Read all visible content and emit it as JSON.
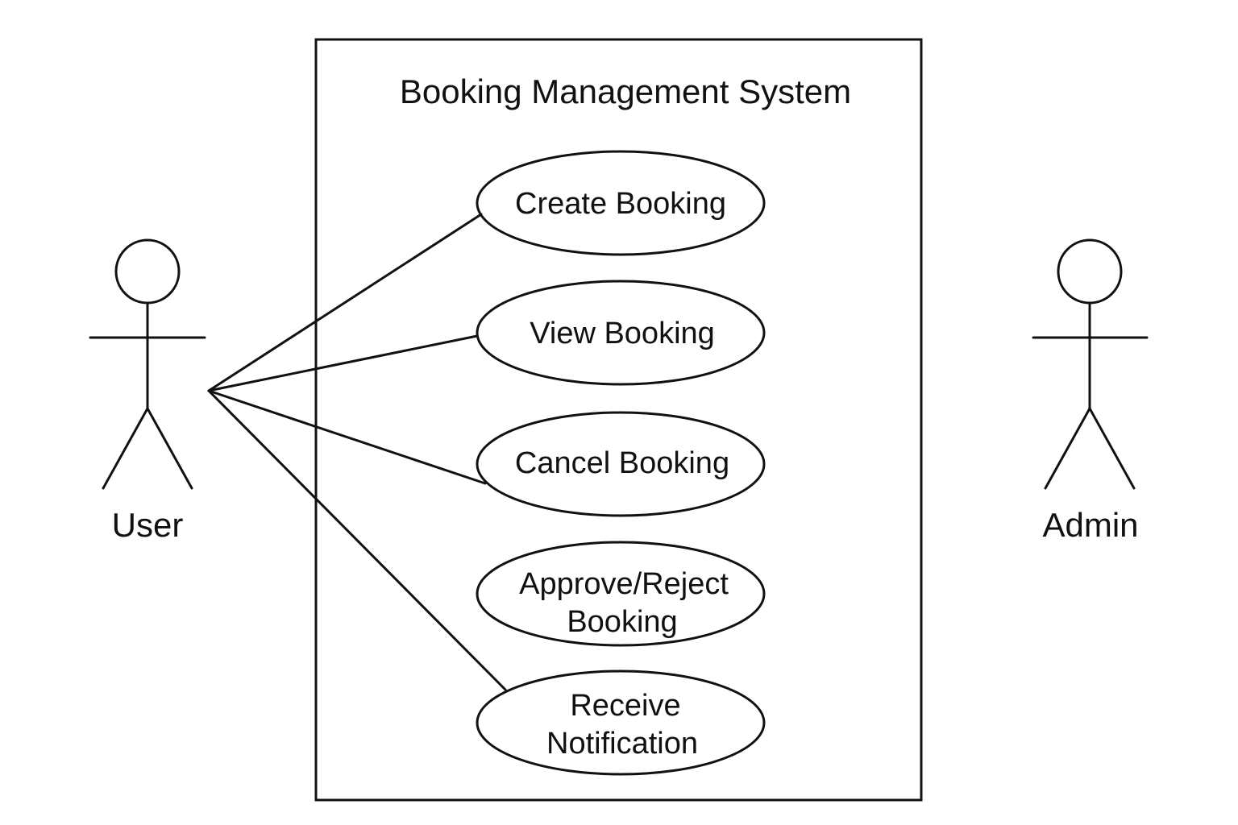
{
  "system": {
    "title": "Booking Management System"
  },
  "actors": {
    "user": {
      "name": "User"
    },
    "admin": {
      "name": "Admin"
    }
  },
  "use_cases": {
    "create_booking": {
      "lines": [
        "Create Booking"
      ]
    },
    "view_booking": {
      "lines": [
        "View Booking"
      ]
    },
    "cancel_booking": {
      "lines": [
        "Cancel Booking"
      ]
    },
    "approve_reject_booking": {
      "lines": [
        "Approve/Reject",
        "Booking"
      ]
    },
    "receive_notification": {
      "lines": [
        "Receive",
        "Notification"
      ]
    }
  },
  "associations": [
    {
      "actor": "user",
      "use_case": "create_booking"
    },
    {
      "actor": "user",
      "use_case": "view_booking"
    },
    {
      "actor": "user",
      "use_case": "cancel_booking"
    },
    {
      "actor": "user",
      "use_case": "receive_notification"
    }
  ],
  "colors": {
    "stroke": "#111111",
    "background": "#ffffff"
  }
}
